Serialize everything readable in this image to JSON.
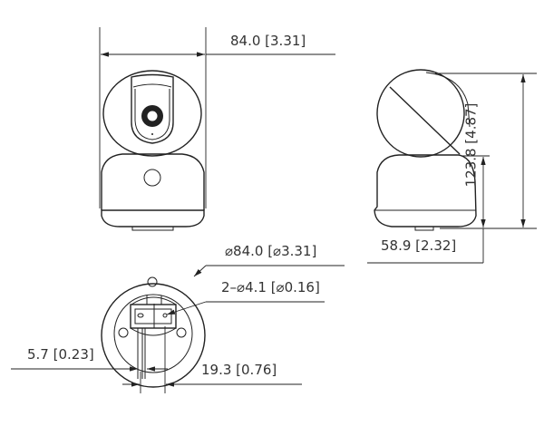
{
  "dimensions": {
    "width": "84.0 [3.31]",
    "height": "123.8 [4.87]",
    "depth": "58.9 [2.32]",
    "base_diameter": "⌀84.0 [⌀3.31]",
    "mount_holes": "2–⌀4.1 [⌀0.16]",
    "offset_small": "5.7 [0.23]",
    "offset_large": "19.3 [0.76]"
  },
  "colors": {
    "line": "#222222",
    "text": "#333333"
  }
}
